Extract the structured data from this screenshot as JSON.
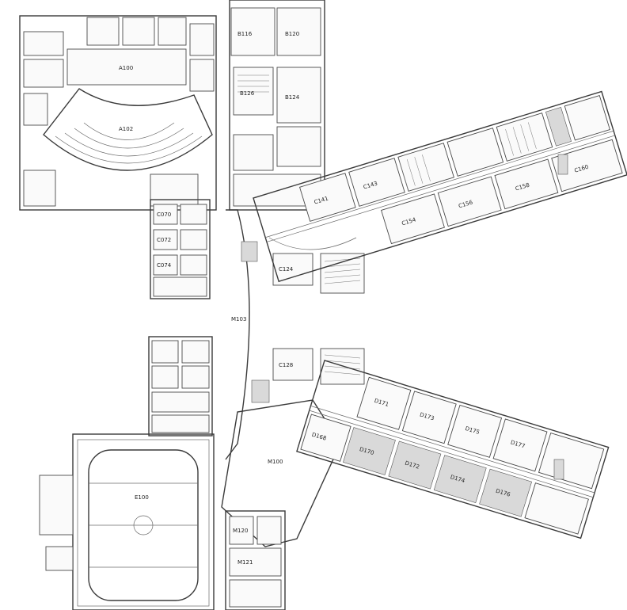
{
  "plan": {
    "labels": {
      "arena": "E100",
      "theater": "A102",
      "gym_upper": "A100",
      "commons": "M100",
      "lecture_1": "B126",
      "lecture_2": "B124",
      "d_wing_1": "D168",
      "d_wing_2": "D171",
      "d_wing_3": "D173",
      "d_wing_4": "D175",
      "d_wing_5": "D177",
      "c_wing_1": "C154",
      "c_wing_2": "C156",
      "c_wing_3": "C158",
      "c_wing_4": "C160",
      "c_wing_5": "C143",
      "c_wing_6": "C141",
      "center_1": "C124",
      "center_2": "C128",
      "m_corr": "M103",
      "north_1": "B116",
      "north_2": "B120",
      "west_1": "C070",
      "west_2": "C072",
      "west_3": "C074",
      "south_1": "M120",
      "south_2": "M121",
      "d_low_1": "D170",
      "d_low_2": "D172",
      "d_low_3": "D174",
      "d_low_4": "D176"
    }
  }
}
